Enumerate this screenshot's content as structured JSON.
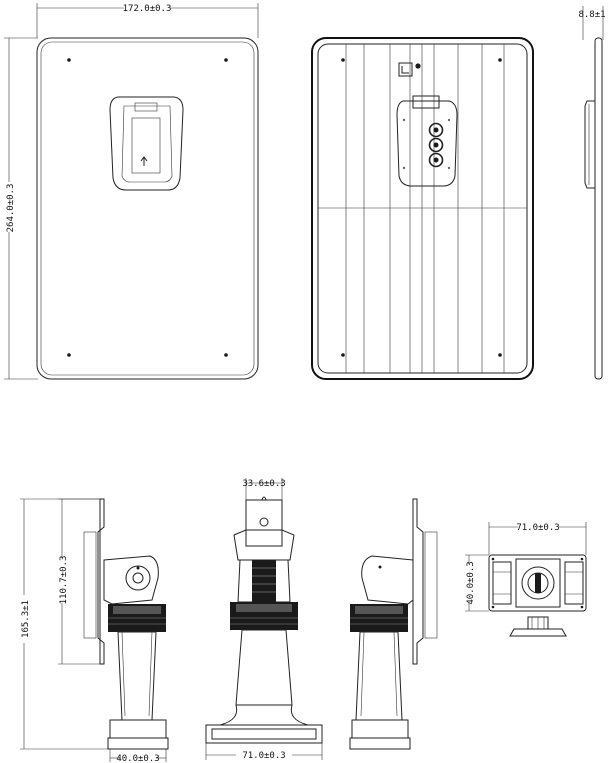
{
  "dimensions": {
    "front_width": "172.0±0.3",
    "front_height": "264.0±0.3",
    "side_thickness": "8.8±1",
    "bracket_height": "165.3±1",
    "bracket_arm": "110.7±0.3",
    "bracket_base_depth": "40.0±0.3",
    "bracket_top_width": "33.6±0.3",
    "bracket_base_width": "71.0±0.3",
    "plate_width": "71.0±0.3",
    "plate_height": "40.0±0.3"
  }
}
